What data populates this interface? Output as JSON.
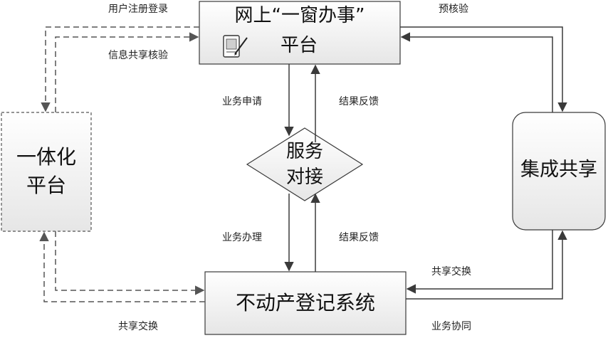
{
  "nodes": {
    "portal": {
      "line1": "网上“一窗办事”",
      "line2": "平台"
    },
    "integration": {
      "line1": "一体化",
      "line2": "平台"
    },
    "docking": {
      "line1": "服务",
      "line2": "对接"
    },
    "share": {
      "label": "集成共享"
    },
    "registry": {
      "label": "不动产登记系统"
    }
  },
  "edges": {
    "user_register": "用户注册登录",
    "info_verify": "信息共享核验",
    "pre_check": "预核验",
    "business_apply": "业务申请",
    "feedback_top": "结果反馈",
    "business_handle": "业务办理",
    "feedback_bottom": "结果反馈",
    "share_exchange_right": "共享交换",
    "business_coop": "业务协同",
    "share_exchange_left": "共享交换"
  },
  "icons": {
    "portal_icon": "notepad-pen-icon"
  },
  "colors": {
    "stroke": "#3a3a3a",
    "node_fill_top": "#ffffff",
    "node_fill_bottom": "#e9e9e9",
    "dashed": "#555555"
  }
}
